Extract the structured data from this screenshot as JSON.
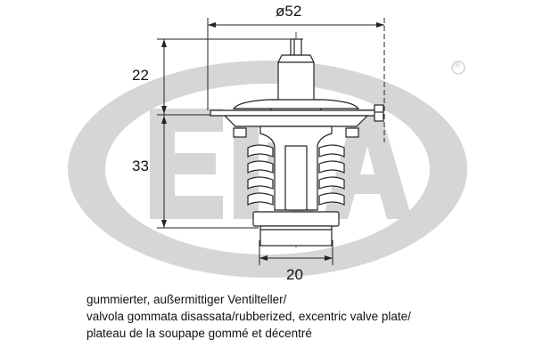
{
  "dimensions": {
    "diameter": "ø52",
    "top_height": "22",
    "body_height": "33",
    "bottom_width": "20"
  },
  "logo": {
    "text": "ERA",
    "registered_mark": "®",
    "color": "#d6d6d6"
  },
  "caption": {
    "line1": "gummierter, außermittiger Ventilteller/",
    "line2": "valvola gommata disassata/rubberized, excentric valve plate/",
    "line3": "plateau de la soupape gommé et décentré"
  }
}
